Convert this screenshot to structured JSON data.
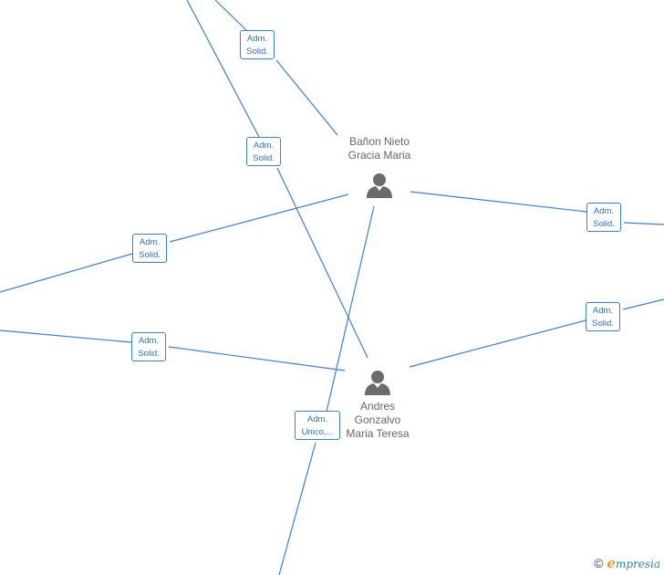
{
  "people": [
    {
      "id": "p1",
      "name": "Bañon Nieto\nGracia Maria"
    },
    {
      "id": "p2",
      "name": "Andres\nGonzalvo\nMaria Teresa"
    }
  ],
  "roles": [
    {
      "l1": "Adm.",
      "l2": "Solid."
    },
    {
      "l1": "Adm.",
      "l2": "Solid."
    },
    {
      "l1": "Adm.",
      "l2": "Solid."
    },
    {
      "l1": "Adm.",
      "l2": "Solid."
    },
    {
      "l1": "Adm.",
      "l2": "Solid."
    },
    {
      "l1": "Adm.",
      "l2": "Solid."
    },
    {
      "l1": "Adm.",
      "l2": "Unico,..."
    }
  ],
  "footer": {
    "copyright": "©",
    "brand_initial": "e",
    "brand_rest": "mpresia"
  },
  "colors": {
    "edge": "#3b7fd4",
    "icon": "#6b6b6b",
    "brand": "#2f7fb8",
    "brand_accent": "#f29a1f"
  }
}
